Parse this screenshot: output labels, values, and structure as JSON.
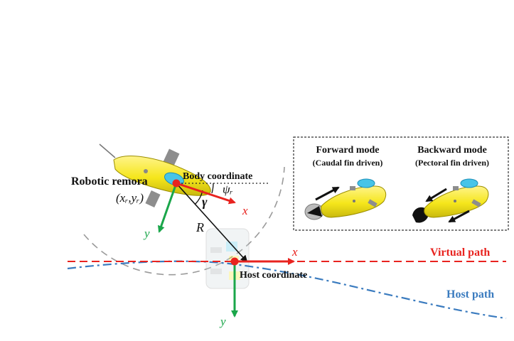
{
  "labels": {
    "robot_name": "Robotic remora",
    "robot_coord": "(xᵣ,yᵣ)",
    "body_coordinate": "Body coordinate",
    "psi": "ψᵣ",
    "gamma": "γ",
    "radius": "R",
    "body_x": "x",
    "body_y": "y",
    "host_coordinate": "Host coordinate",
    "host_x": "x",
    "host_y": "y",
    "virtual_path": "Virtual path",
    "host_path": "Host path"
  },
  "inset": {
    "forward_title": "Forward mode",
    "forward_subtitle": "(Caudal fin driven)",
    "backward_title": "Backward mode",
    "backward_subtitle": "(Pectoral fin driven)"
  },
  "colors": {
    "red_axis": "#e8231f",
    "green_axis": "#1aa64a",
    "virtual_path": "#e8231f",
    "host_path": "#3a7bbf",
    "robot_body": "#f5e61b",
    "cyan_disc": "#47c4e8"
  }
}
